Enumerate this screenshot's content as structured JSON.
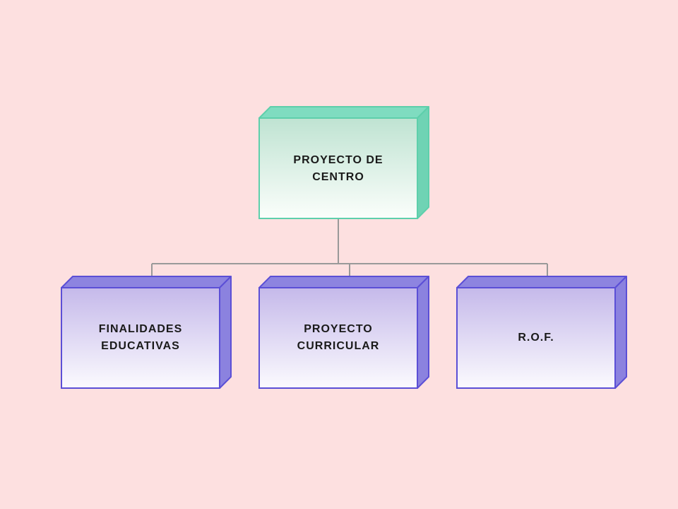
{
  "diagram": {
    "root": {
      "label": "PROYECTO DE\nCENTRO",
      "colors": {
        "stroke": "#5ecfab",
        "top_face": "#7fdcc0",
        "side_face": "#6fd3b4",
        "front_top": "#bfe3d2",
        "front_bottom": "#fbfefb"
      }
    },
    "children": [
      {
        "label": "FINALIDADES\nEDUCATIVAS"
      },
      {
        "label": "PROYECTO\nCURRICULAR"
      },
      {
        "label": "R.O.F."
      }
    ],
    "child_colors": {
      "stroke": "#5b4fd6",
      "top_face": "#8d84e0",
      "side_face": "#8b82df",
      "front_top": "#c5b9ea",
      "front_bottom": "#fbfafe"
    },
    "connector_color": "#999999",
    "background": "#fde0e0"
  }
}
